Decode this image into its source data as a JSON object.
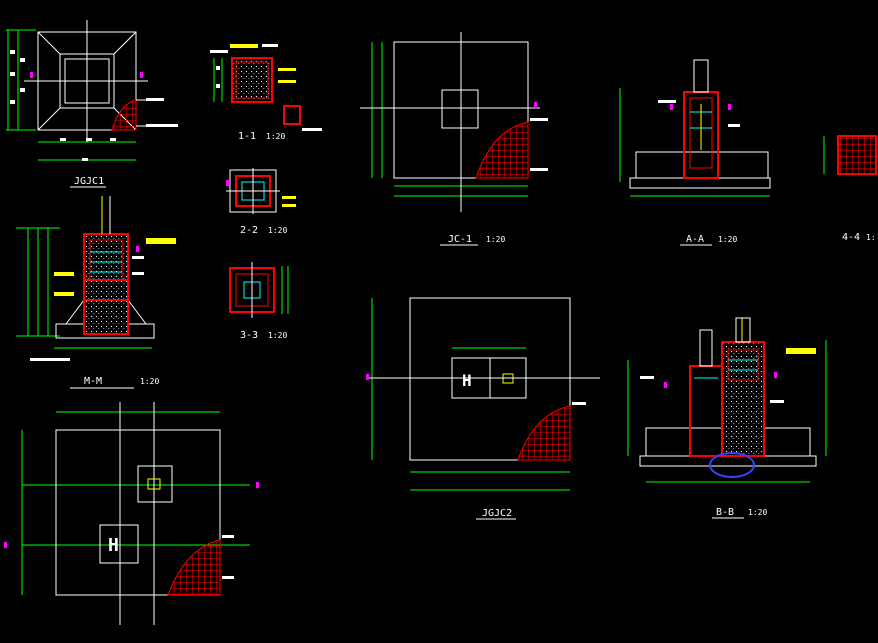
{
  "colors": {
    "background": "#000000",
    "outline": "#ffffff",
    "dimension": "#00ff00",
    "rebar": "#ff0000",
    "note_text": "#ffff00",
    "marker": "#ff00ff",
    "stirrup": "#00ffff",
    "highlight": "#3344ff"
  },
  "views": {
    "jgjc1": {
      "title": "JGJC1"
    },
    "sec_1_1": {
      "title": "1-1",
      "scale": "1:20"
    },
    "sec_2_2": {
      "title": "2-2",
      "scale": "1:20"
    },
    "sec_3_3": {
      "title": "3-3",
      "scale": "1:20"
    },
    "jc_1": {
      "title": "JC-1",
      "scale": "1:20"
    },
    "sec_a_a": {
      "title": "A-A",
      "scale": "1:20"
    },
    "sec_4_4": {
      "title": "4-4",
      "scale": "1:"
    },
    "sec_m_m": {
      "title": "M-M",
      "scale": "1:20"
    },
    "jgjc2": {
      "title": "JGJC2"
    },
    "sec_b_b": {
      "title": "B-B",
      "scale": "1:20"
    }
  }
}
